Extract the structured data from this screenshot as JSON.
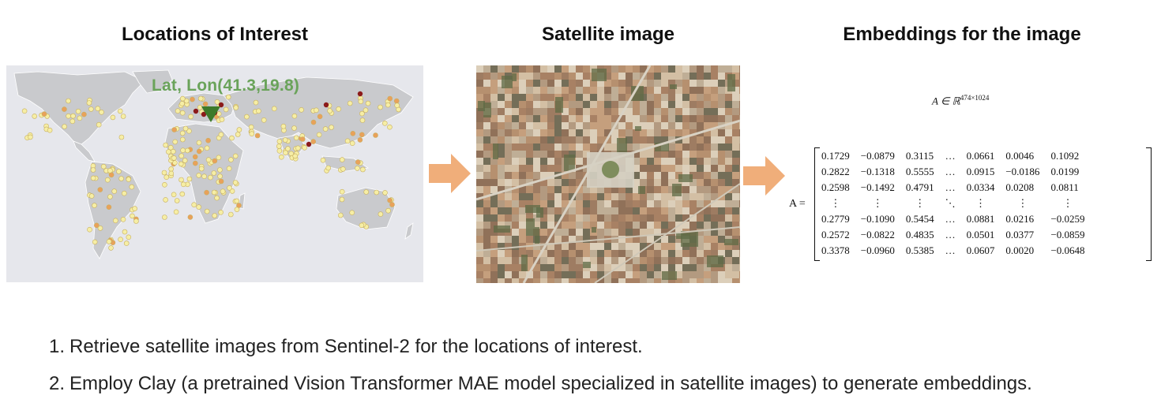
{
  "titles": {
    "locations": "Locations of Interest",
    "satellite": "Satellite image",
    "embeddings": "Embeddings for the image"
  },
  "map": {
    "marker_label": "Lat, Lon(41.3,19.8)",
    "marker_lat": 41.3,
    "marker_lon": 19.8,
    "colors": {
      "land": "#c9cacd",
      "ocean": "#e6e7ec",
      "marker": "#3d7a2a",
      "label": "#6aa35a",
      "point_low": "#f6eea5",
      "point_mid": "#e9a15a",
      "point_high": "#8b1a1a"
    }
  },
  "arrow_color": "#f0ae7a",
  "matrix": {
    "shape_prefix": "A ∈ ℝ",
    "shape_exp": "474×1024",
    "lhs": "A =",
    "rows": [
      [
        "0.1729",
        "−0.0879",
        "0.3115",
        "…",
        "0.0661",
        "0.0046",
        "0.1092"
      ],
      [
        "0.2822",
        "−0.1318",
        "0.5555",
        "…",
        "0.0915",
        "−0.0186",
        "0.0199"
      ],
      [
        "0.2598",
        "−0.1492",
        "0.4791",
        "…",
        "0.0334",
        "0.0208",
        "0.0811"
      ],
      [
        "⋮",
        "⋮",
        "⋮",
        "⋱",
        "⋮",
        "⋮",
        "⋮"
      ],
      [
        "0.2779",
        "−0.1090",
        "0.5454",
        "…",
        "0.0881",
        "0.0216",
        "−0.0259"
      ],
      [
        "0.2572",
        "−0.0822",
        "0.4835",
        "…",
        "0.0501",
        "0.0377",
        "−0.0859"
      ],
      [
        "0.3378",
        "−0.0960",
        "0.5385",
        "…",
        "0.0607",
        "0.0020",
        "−0.0648"
      ]
    ]
  },
  "steps": [
    {
      "num": "1.",
      "text": "Retrieve satellite images from Sentinel-2 for the locations of interest."
    },
    {
      "num": "2.",
      "text": "Employ Clay (a pretrained Vision Transformer MAE model specialized in satellite images) to generate embeddings."
    }
  ]
}
